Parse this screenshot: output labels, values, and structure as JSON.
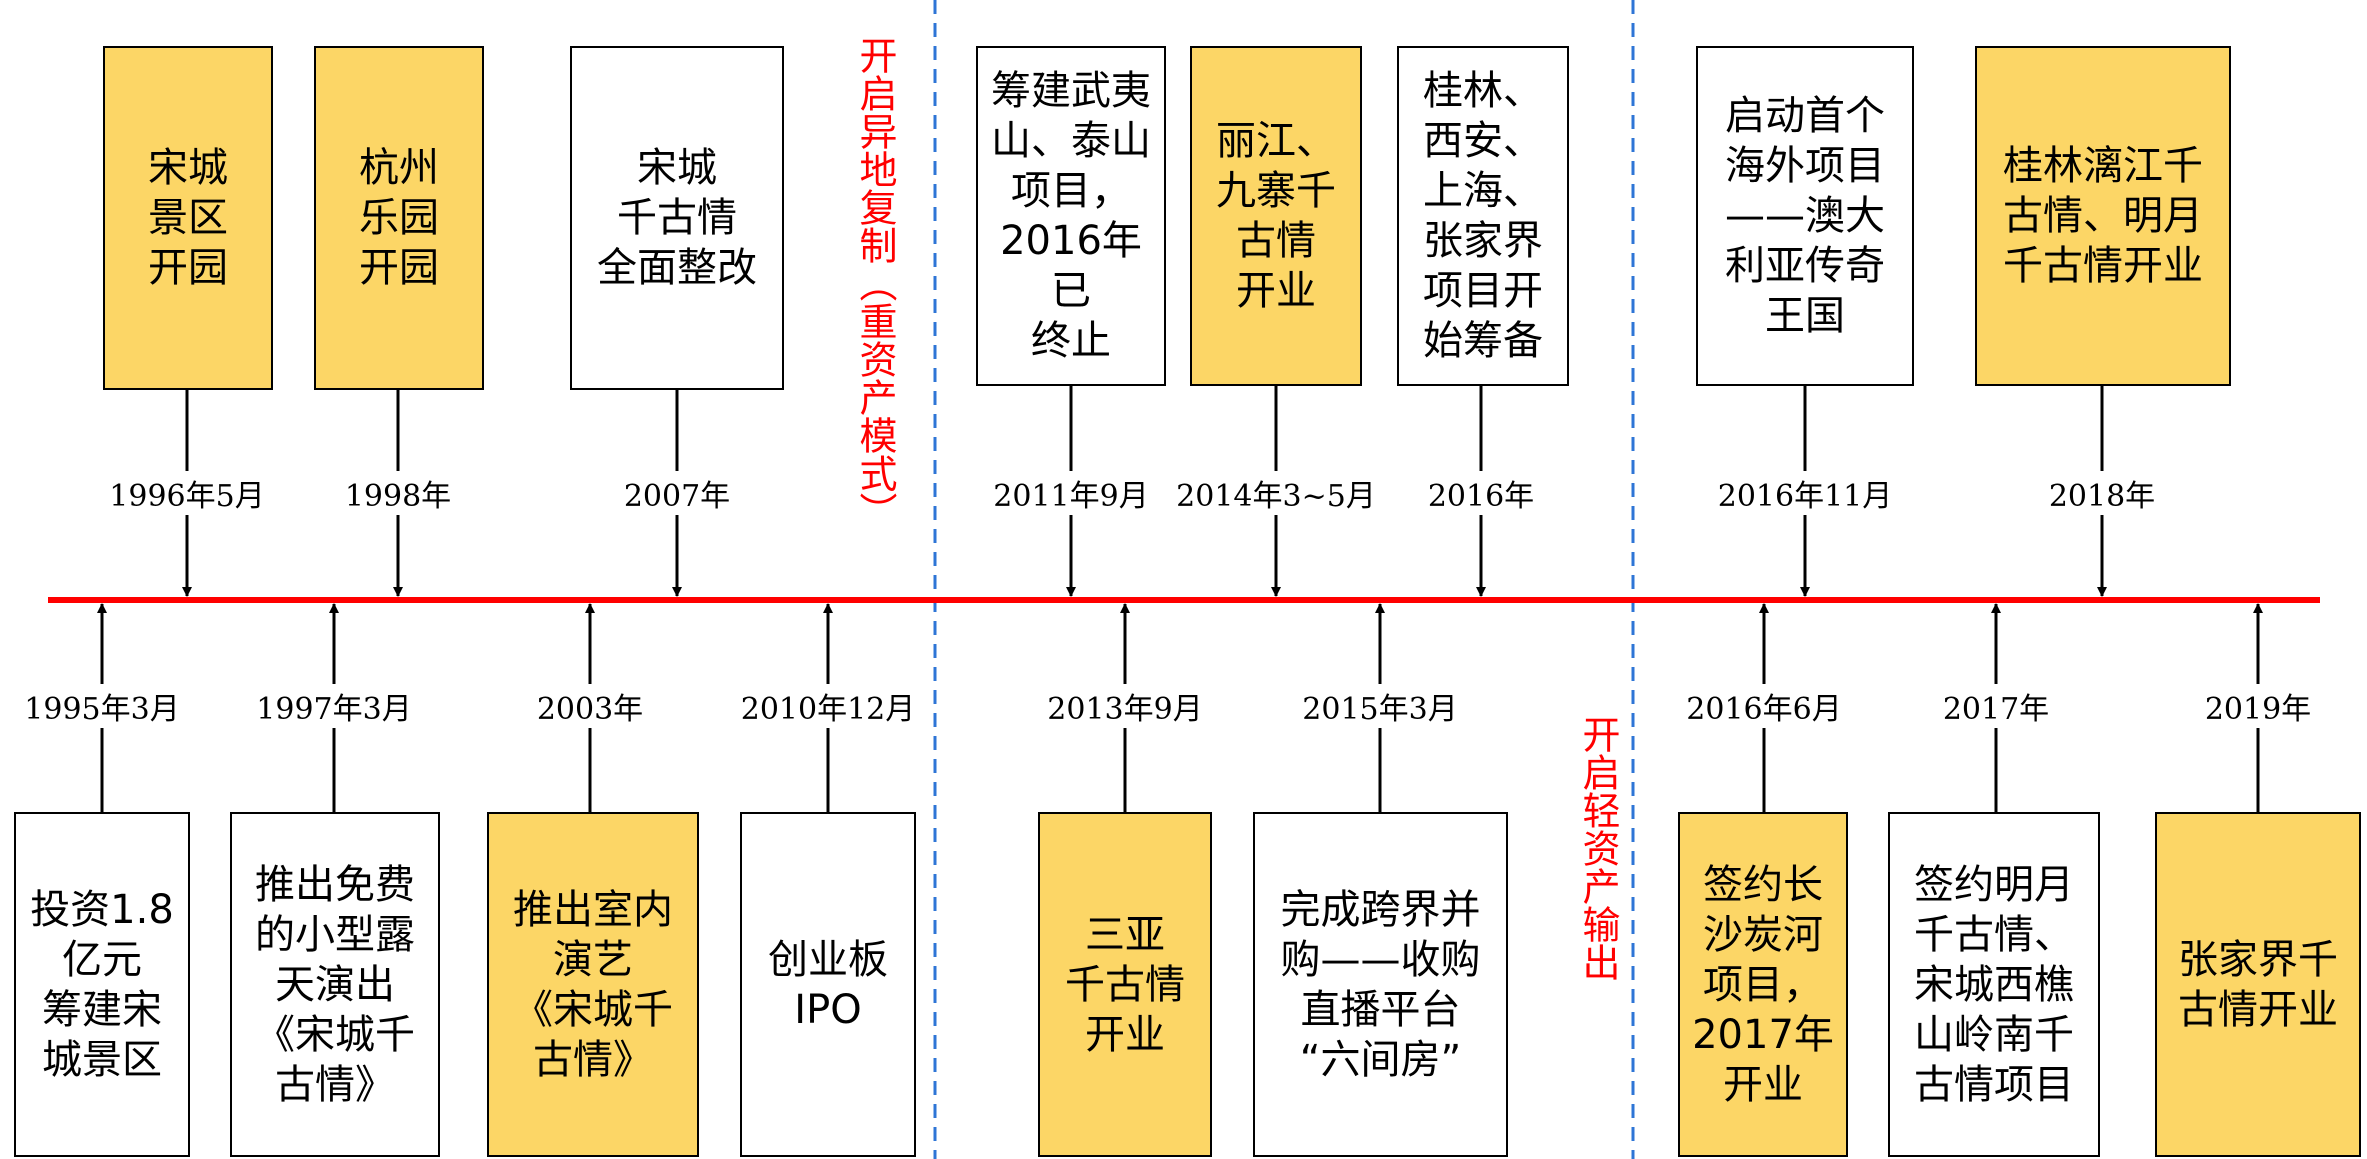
{
  "phase_labels": {
    "heavy_asset": "开启异地复制（重资产模式）",
    "light_asset": "开启轻资产输出"
  },
  "colors": {
    "timeline": "#FF0000",
    "divider": "#2E75D6",
    "highlight_box": "#FCD666",
    "plain_box": "#FFFFFF",
    "phase_label": "#FF0000"
  },
  "top_events": [
    {
      "date": "1996年5月",
      "text": "宋城\n景区\n开园",
      "highlight": true
    },
    {
      "date": "1998年",
      "text": "杭州\n乐园\n开园",
      "highlight": true
    },
    {
      "date": "2007年",
      "text": "宋城\n千古情\n全面整改",
      "highlight": false
    },
    {
      "date": "2011年9月",
      "text": "筹建武夷\n山、泰山\n项目，\n2016年已\n终止",
      "highlight": false
    },
    {
      "date": "2014年3~5月",
      "text": "丽江、\n九寨千\n古情\n开业",
      "highlight": true
    },
    {
      "date": "2016年",
      "text": "桂林、\n西安、\n上海、\n张家界\n项目开\n始筹备",
      "highlight": false
    },
    {
      "date": "2016年11月",
      "text": "启动首个\n海外项目\n——澳大\n利亚传奇\n王国",
      "highlight": false
    },
    {
      "date": "2018年",
      "text": "桂林漓江千\n古情、明月\n千古情开业",
      "highlight": true
    }
  ],
  "bottom_events": [
    {
      "date": "1995年3月",
      "text": "投资1.8\n亿元\n筹建宋\n城景区",
      "highlight": false
    },
    {
      "date": "1997年3月",
      "text": "推出免费\n的小型露\n天演出\n《宋城千\n古情》",
      "highlight": false
    },
    {
      "date": "2003年",
      "text": "推出室内\n演艺\n《宋城千\n古情》",
      "highlight": true
    },
    {
      "date": "2010年12月",
      "text": "创业板\nIPO",
      "highlight": false
    },
    {
      "date": "2013年9月",
      "text": "三亚\n千古情\n开业",
      "highlight": true
    },
    {
      "date": "2015年3月",
      "text": "完成跨界并\n购——收购\n直播平台\n“六间房”",
      "highlight": false
    },
    {
      "date": "2016年6月",
      "text": "签约长\n沙炭河\n项目，\n2017年\n开业",
      "highlight": true
    },
    {
      "date": "2017年",
      "text": "签约明月\n千古情、\n宋城西樵\n山岭南千\n古情项目",
      "highlight": false
    },
    {
      "date": "2019年",
      "text": "张家界千\n古情开业",
      "highlight": true
    }
  ]
}
